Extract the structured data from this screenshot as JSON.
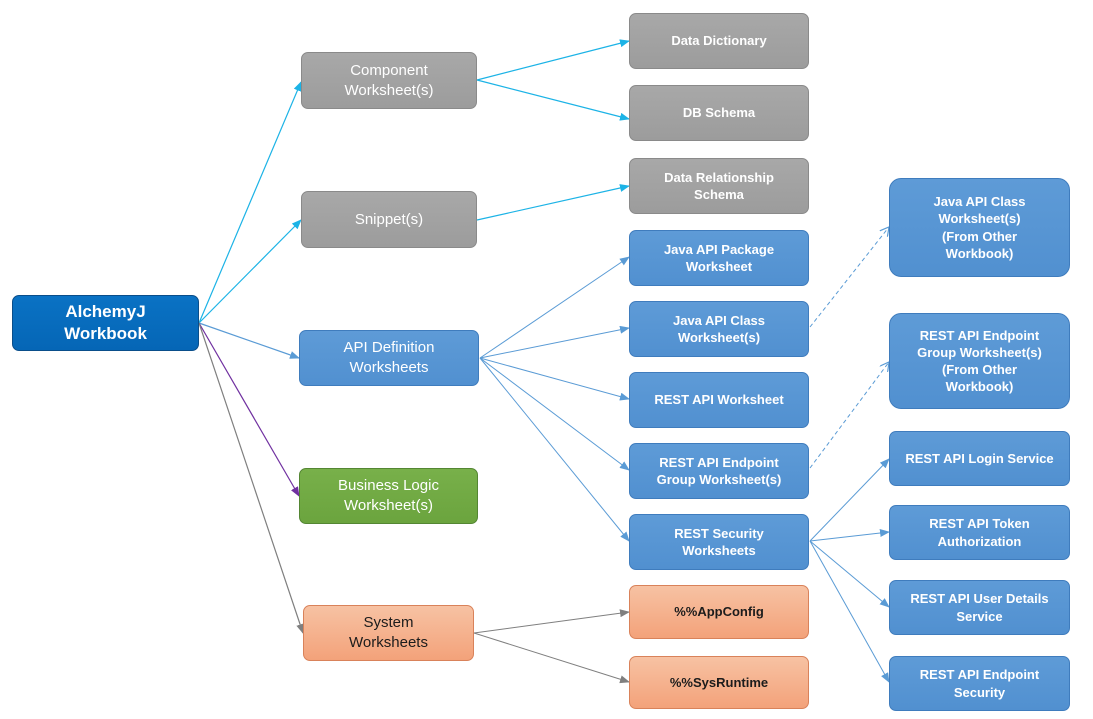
{
  "root": {
    "label": "AlchemyJ\nWorkbook"
  },
  "level1": {
    "component": "Component\nWorksheet(s)",
    "snippet": "Snippet(s)",
    "api_definition": "API Definition\nWorksheets",
    "business_logic": "Business Logic\nWorksheet(s)",
    "system": "System\nWorksheets"
  },
  "level2": {
    "data_dictionary": "Data Dictionary",
    "db_schema": "DB Schema",
    "data_relationship_schema": "Data Relationship\nSchema",
    "java_api_package": "Java API Package\nWorksheet",
    "java_api_class": "Java API Class\nWorksheet(s)",
    "rest_api_worksheet": "REST API Worksheet",
    "rest_api_endpoint_group": "REST API Endpoint\nGroup Worksheet(s)",
    "rest_security": "REST Security\nWorksheets",
    "app_config": "%%AppConfig",
    "sys_runtime": "%%SysRuntime"
  },
  "level3": {
    "java_api_class_other": "Java API Class\nWorksheet(s)\n(From Other\nWorkbook)",
    "rest_api_endpoint_group_other": "REST API Endpoint\nGroup Worksheet(s)\n(From Other\nWorkbook)",
    "rest_api_login_service": "REST API Login Service",
    "rest_api_token_authorization": "REST API Token\nAuthorization",
    "rest_api_user_details_service": "REST API User Details\nService",
    "rest_api_endpoint_security": "REST API Endpoint\nSecurity"
  },
  "colors": {
    "gray": "#a3a3a3",
    "blue": "#5896d4",
    "root_blue": "#0a6cbd",
    "green": "#71aa43",
    "orange": "#f5b08d",
    "connector_cyan": "#1cb3e6",
    "connector_blue": "#5a9bd5",
    "connector_purple": "#7030a0",
    "connector_gray": "#7f7f7f"
  }
}
